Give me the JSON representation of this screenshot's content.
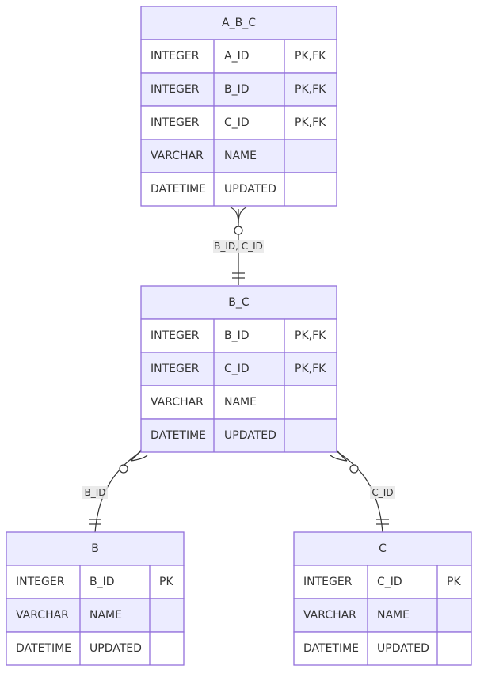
{
  "entities": [
    {
      "id": "abc",
      "name": "A_B_C",
      "attributes": [
        {
          "type": "INTEGER",
          "name": "A_ID",
          "keys": "PK,FK"
        },
        {
          "type": "INTEGER",
          "name": "B_ID",
          "keys": "PK,FK"
        },
        {
          "type": "INTEGER",
          "name": "C_ID",
          "keys": "PK,FK"
        },
        {
          "type": "VARCHAR",
          "name": "NAME",
          "keys": ""
        },
        {
          "type": "DATETIME",
          "name": "UPDATED",
          "keys": ""
        }
      ]
    },
    {
      "id": "bc",
      "name": "B_C",
      "attributes": [
        {
          "type": "INTEGER",
          "name": "B_ID",
          "keys": "PK,FK"
        },
        {
          "type": "INTEGER",
          "name": "C_ID",
          "keys": "PK,FK"
        },
        {
          "type": "VARCHAR",
          "name": "NAME",
          "keys": ""
        },
        {
          "type": "DATETIME",
          "name": "UPDATED",
          "keys": ""
        }
      ]
    },
    {
      "id": "b",
      "name": "B",
      "attributes": [
        {
          "type": "INTEGER",
          "name": "B_ID",
          "keys": "PK"
        },
        {
          "type": "VARCHAR",
          "name": "NAME",
          "keys": ""
        },
        {
          "type": "DATETIME",
          "name": "UPDATED",
          "keys": ""
        }
      ]
    },
    {
      "id": "c",
      "name": "C",
      "attributes": [
        {
          "type": "INTEGER",
          "name": "C_ID",
          "keys": "PK"
        },
        {
          "type": "VARCHAR",
          "name": "NAME",
          "keys": ""
        },
        {
          "type": "DATETIME",
          "name": "UPDATED",
          "keys": ""
        }
      ]
    }
  ],
  "relationships": [
    {
      "id": "abc-bc",
      "label": "B_ID, C_ID",
      "from": "bc",
      "to": "abc",
      "from_cardinality": "exactly-one",
      "to_cardinality": "zero-or-more"
    },
    {
      "id": "bc-b",
      "label": "B_ID",
      "from": "b",
      "to": "bc",
      "from_cardinality": "exactly-one",
      "to_cardinality": "zero-or-more"
    },
    {
      "id": "bc-c",
      "label": "C_ID",
      "from": "c",
      "to": "bc",
      "from_cardinality": "exactly-one",
      "to_cardinality": "zero-or-more"
    }
  ],
  "colors": {
    "border": "#9370db",
    "header_fill": "#ececff",
    "row_alt_fill": "#ececff",
    "row_fill": "#ffffff",
    "text": "#333333",
    "edge": "#333333",
    "label_bg": "#e8e8e8"
  }
}
